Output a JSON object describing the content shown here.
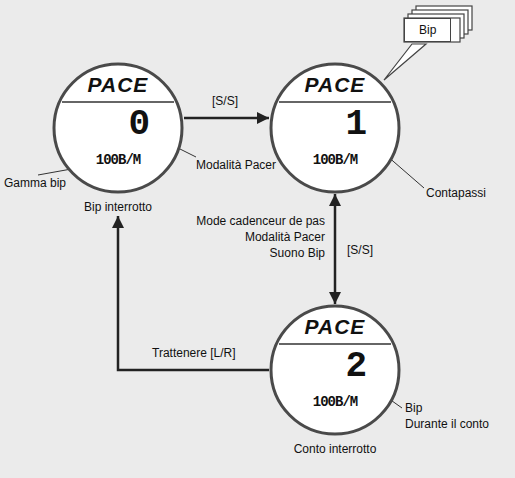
{
  "diagram": {
    "nodes": [
      {
        "text": [
          "PACE",
          "0",
          "100B/M",
          "Bip interrotto"
        ]
      },
      {
        "text": [
          "PACE",
          "1",
          "100B/M"
        ]
      },
      {
        "text": [
          "PACE",
          "2",
          "100B/M",
          "Conto interrotto"
        ]
      },
      {
        "text": [
          "Bip"
        ]
      }
    ],
    "edges": [
      {
        "from": 0,
        "to": 1,
        "arrow": "to",
        "label": "[S/S]"
      },
      {
        "from": 1,
        "to": 2,
        "arrow": "both",
        "label": "[S/S]"
      },
      {
        "from": 2,
        "to": 0,
        "arrow": "to",
        "label": "Trattenere [L/R]"
      }
    ],
    "labels": [
      "Gamma bip",
      "Modalità Pacer",
      "Contapassi",
      "Mode cadenceur de pas",
      "Modalità Pacer",
      "Suono Bip",
      "Bip",
      "Durante il conto"
    ]
  }
}
